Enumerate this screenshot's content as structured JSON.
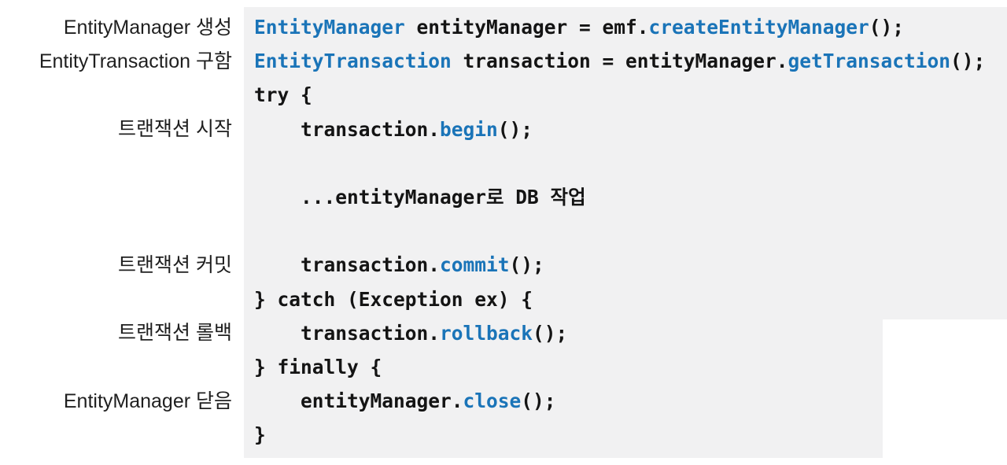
{
  "colors": {
    "page_background": "#ffffff",
    "code_background": "#f1f1f2",
    "keyword_blue": "#1a74b8",
    "code_text": "#141414",
    "label_text": "#1f1f1f"
  },
  "annotations": [
    {
      "text": "EntityManager 생성",
      "line": 1
    },
    {
      "text": "EntityTransaction 구함",
      "line": 2
    },
    {
      "text": "트랜잭션 시작",
      "line": 4
    },
    {
      "text": "트랜잭션 커밋",
      "line": 8
    },
    {
      "text": "트랜잭션 롤백",
      "line": 10
    },
    {
      "text": "EntityManager 닫음",
      "line": 12
    }
  ],
  "code": {
    "language": "java",
    "lines": [
      {
        "segments": [
          {
            "text": "EntityManager",
            "style": "keyword"
          },
          {
            "text": " entityManager = emf.",
            "style": "plain"
          },
          {
            "text": "createEntityManager",
            "style": "keyword"
          },
          {
            "text": "();",
            "style": "plain"
          }
        ]
      },
      {
        "segments": [
          {
            "text": "EntityTransaction",
            "style": "keyword"
          },
          {
            "text": " transaction = entityManager.",
            "style": "plain"
          },
          {
            "text": "getTransaction",
            "style": "keyword"
          },
          {
            "text": "();",
            "style": "plain"
          }
        ]
      },
      {
        "segments": [
          {
            "text": "try {",
            "style": "plain"
          }
        ]
      },
      {
        "segments": [
          {
            "text": "    transaction.",
            "style": "plain"
          },
          {
            "text": "begin",
            "style": "keyword"
          },
          {
            "text": "();",
            "style": "plain"
          }
        ]
      },
      {
        "segments": []
      },
      {
        "segments": [
          {
            "text": "    ...entityManager로 DB 작업",
            "style": "plain"
          }
        ]
      },
      {
        "segments": []
      },
      {
        "segments": [
          {
            "text": "    transaction.",
            "style": "plain"
          },
          {
            "text": "commit",
            "style": "keyword"
          },
          {
            "text": "();",
            "style": "plain"
          }
        ]
      },
      {
        "segments": [
          {
            "text": "} catch (Exception ex) {",
            "style": "plain"
          }
        ]
      },
      {
        "segments": [
          {
            "text": "    transaction.",
            "style": "plain"
          },
          {
            "text": "rollback",
            "style": "keyword"
          },
          {
            "text": "();",
            "style": "plain"
          }
        ]
      },
      {
        "segments": [
          {
            "text": "} finally {",
            "style": "plain"
          }
        ]
      },
      {
        "segments": [
          {
            "text": "    entityManager.",
            "style": "plain"
          },
          {
            "text": "close",
            "style": "keyword"
          },
          {
            "text": "();",
            "style": "plain"
          }
        ]
      },
      {
        "segments": [
          {
            "text": "}",
            "style": "plain"
          }
        ]
      }
    ]
  }
}
